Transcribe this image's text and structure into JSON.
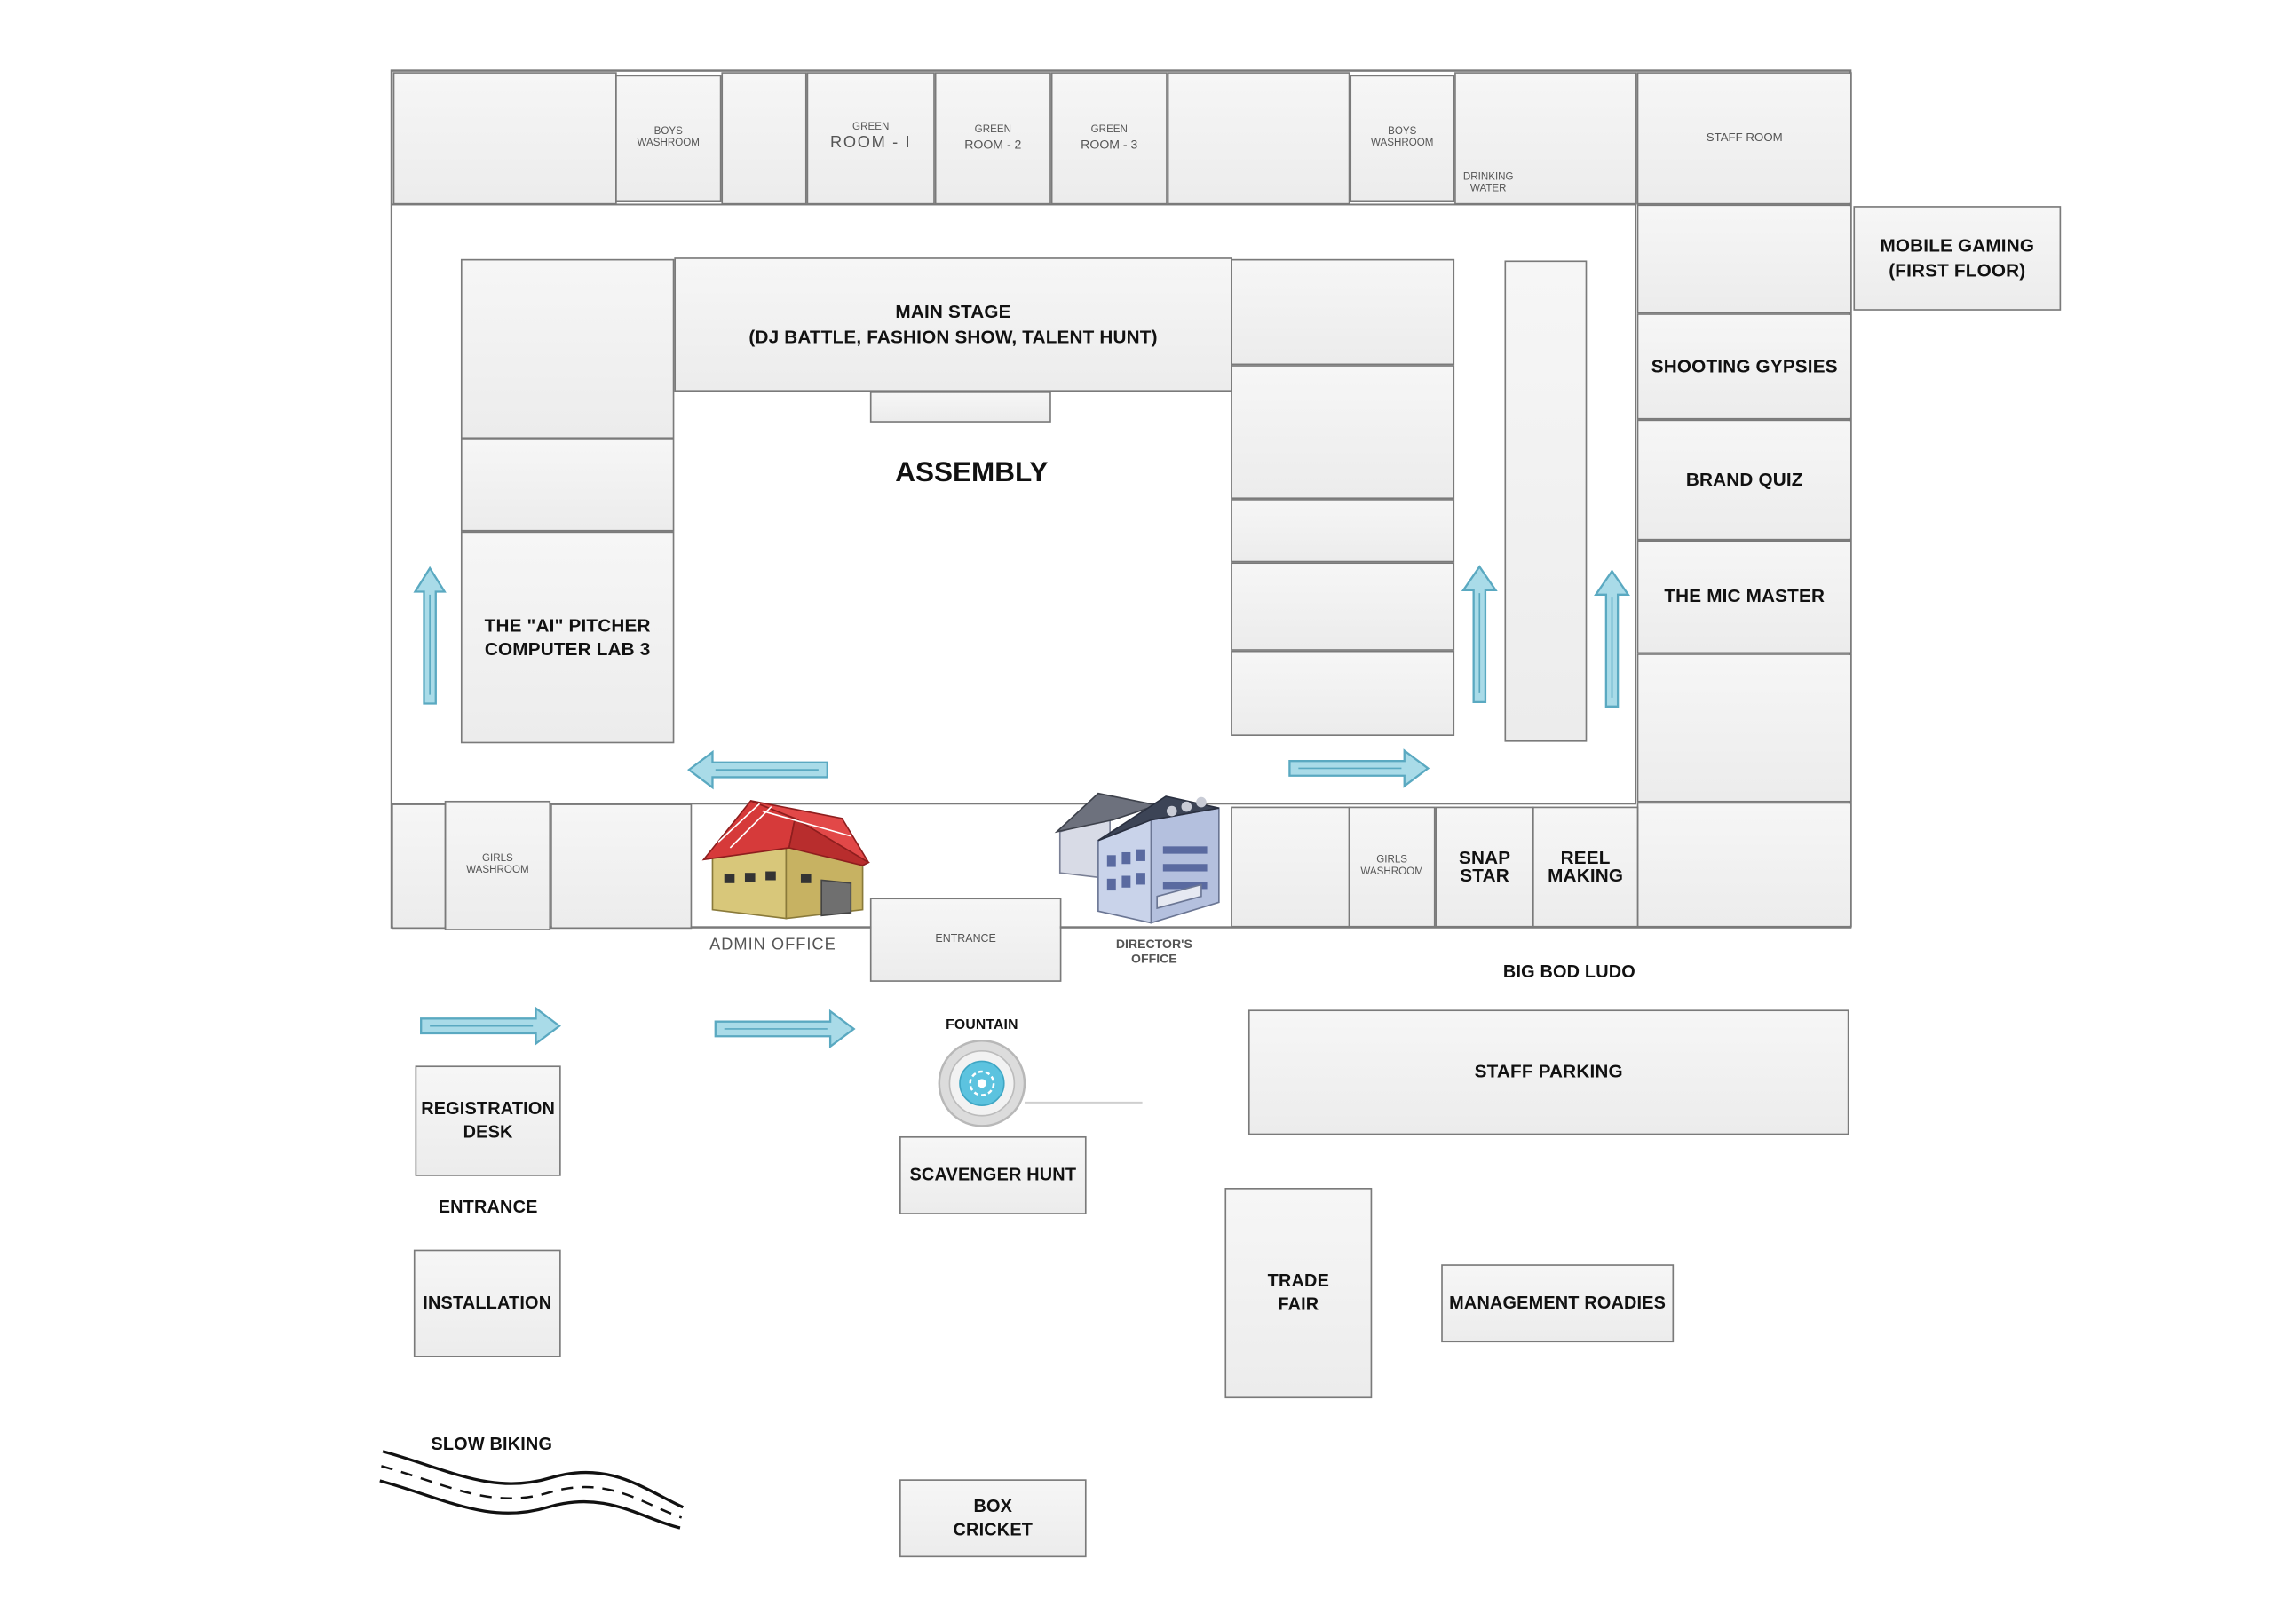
{
  "top_row": {
    "boys_washroom_1": "BOYS\nWASHROOM",
    "green_room_1_top": "GREEN",
    "green_room_1_bottom": "ROOM - I",
    "green_room_2_top": "GREEN",
    "green_room_2_bottom": "ROOM - 2",
    "green_room_3_top": "GREEN",
    "green_room_3_bottom": "ROOM - 3",
    "boys_washroom_2": "BOYS\nWASHROOM",
    "drinking_water": "DRINKING\nWATER",
    "staff_room": "STAFF ROOM"
  },
  "right_wing": {
    "mobile_gaming": "MOBILE GAMING\n(FIRST FLOOR)",
    "shooting_gypsies": "SHOOTING GYPSIES",
    "brand_quiz": "BRAND QUIZ",
    "mic_master": "THE MIC MASTER"
  },
  "center": {
    "main_stage": "MAIN STAGE\n(DJ BATTLE, FASHION SHOW, TALENT HUNT)",
    "assembly": "ASSEMBLY",
    "ai_pitcher": "THE \"AI\" PITCHER\nCOMPUTER LAB 3"
  },
  "bottom_row": {
    "girls_washroom_1": "GIRLS\nWASHROOM",
    "admin_office": "ADMIN OFFICE",
    "entrance_inner": "ENTRANCE",
    "directors_office": "DIRECTOR'S\nOFFICE",
    "girls_washroom_2": "GIRLS\nWASHROOM",
    "snap_star": "SNAP\nSTAR",
    "reel_making": "REEL\nMAKING"
  },
  "outside": {
    "big_bod_ludo": "BIG BOD LUDO",
    "staff_parking": "STAFF PARKING",
    "fountain": "FOUNTAIN",
    "registration_desk": "REGISTRATION\nDESK",
    "entrance_main": "ENTRANCE",
    "scavenger_hunt": "SCAVENGER HUNT",
    "installation": "INSTALLATION",
    "trade_fair": "TRADE\nFAIR",
    "management_roadies": "MANAGEMENT ROADIES",
    "slow_biking": "SLOW BIKING",
    "box_cricket": "BOX\nCRICKET"
  },
  "icons": {
    "flow_arrow": "flow-arrow-icon",
    "admin_building": "warehouse-building-icon",
    "director_building": "office-building-icon",
    "fountain": "fountain-icon",
    "road": "road-icon"
  },
  "colors": {
    "arrow_fill": "#a9dbe8",
    "arrow_stroke": "#5aa9c1",
    "admin_roof": "#d63a3a",
    "admin_wall": "#d8c77a",
    "director_wall": "#c9d3ea",
    "fountain_water": "#5cc3df"
  }
}
